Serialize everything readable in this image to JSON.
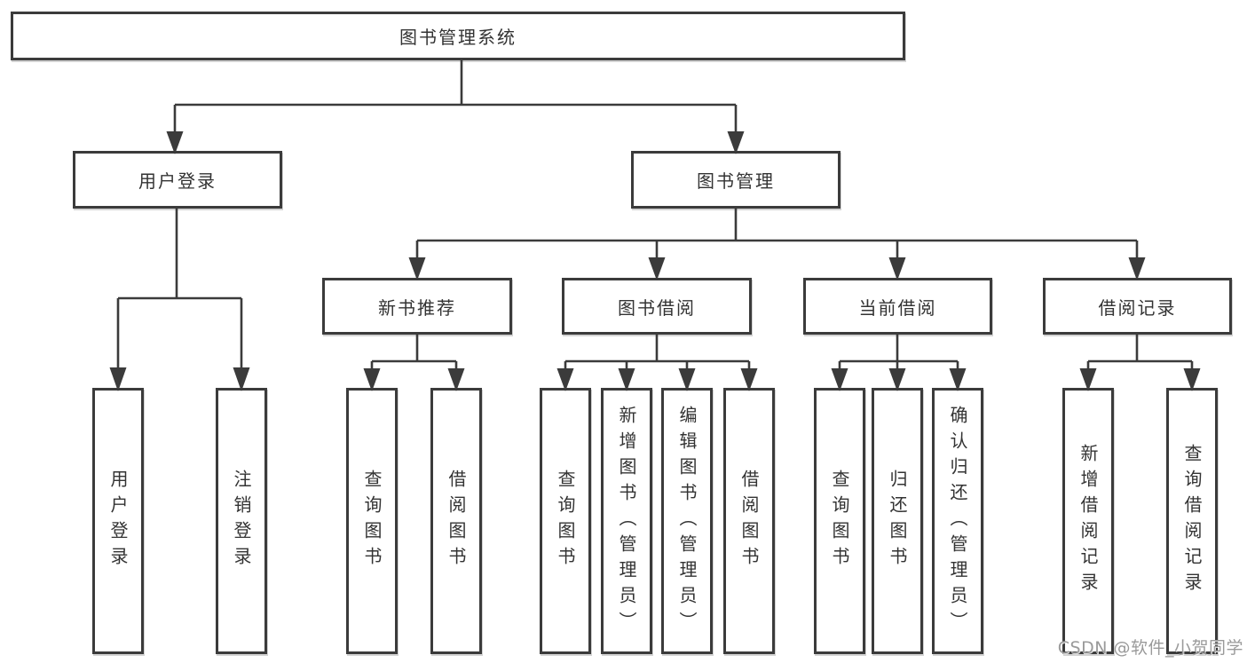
{
  "diagram": {
    "title": "图书管理系统",
    "root": {
      "label": "图书管理系统"
    },
    "level1": [
      {
        "label": "用户登录"
      },
      {
        "label": "图书管理"
      }
    ],
    "level2": [
      {
        "label": "新书推荐",
        "parent": "图书管理"
      },
      {
        "label": "图书借阅",
        "parent": "图书管理"
      },
      {
        "label": "当前借阅",
        "parent": "图书管理"
      },
      {
        "label": "借阅记录",
        "parent": "图书管理"
      }
    ],
    "leaves": [
      {
        "label": "用户登录",
        "parent": "用户登录"
      },
      {
        "label": "注销登录",
        "parent": "用户登录"
      },
      {
        "label": "查询图书",
        "parent": "新书推荐"
      },
      {
        "label": "借阅图书",
        "parent": "新书推荐"
      },
      {
        "label": "查询图书",
        "parent": "图书借阅"
      },
      {
        "label": "新增图书（管理员）",
        "parent": "图书借阅"
      },
      {
        "label": "编辑图书（管理员）",
        "parent": "图书借阅"
      },
      {
        "label": "借阅图书",
        "parent": "图书借阅"
      },
      {
        "label": "查询图书",
        "parent": "当前借阅"
      },
      {
        "label": "归还图书",
        "parent": "当前借阅"
      },
      {
        "label": "确认归还（管理员）",
        "parent": "当前借阅"
      },
      {
        "label": "新增借阅记录",
        "parent": "借阅记录"
      },
      {
        "label": "查询借阅记录",
        "parent": "借阅记录"
      }
    ]
  },
  "watermark": {
    "text": "CSDN @软件_小贺同学"
  },
  "colors": {
    "line": "#3b3b3b",
    "box_border": "#3b3b3b",
    "text": "#333333",
    "background": "#ffffff",
    "watermark": "#9a9a9a"
  }
}
